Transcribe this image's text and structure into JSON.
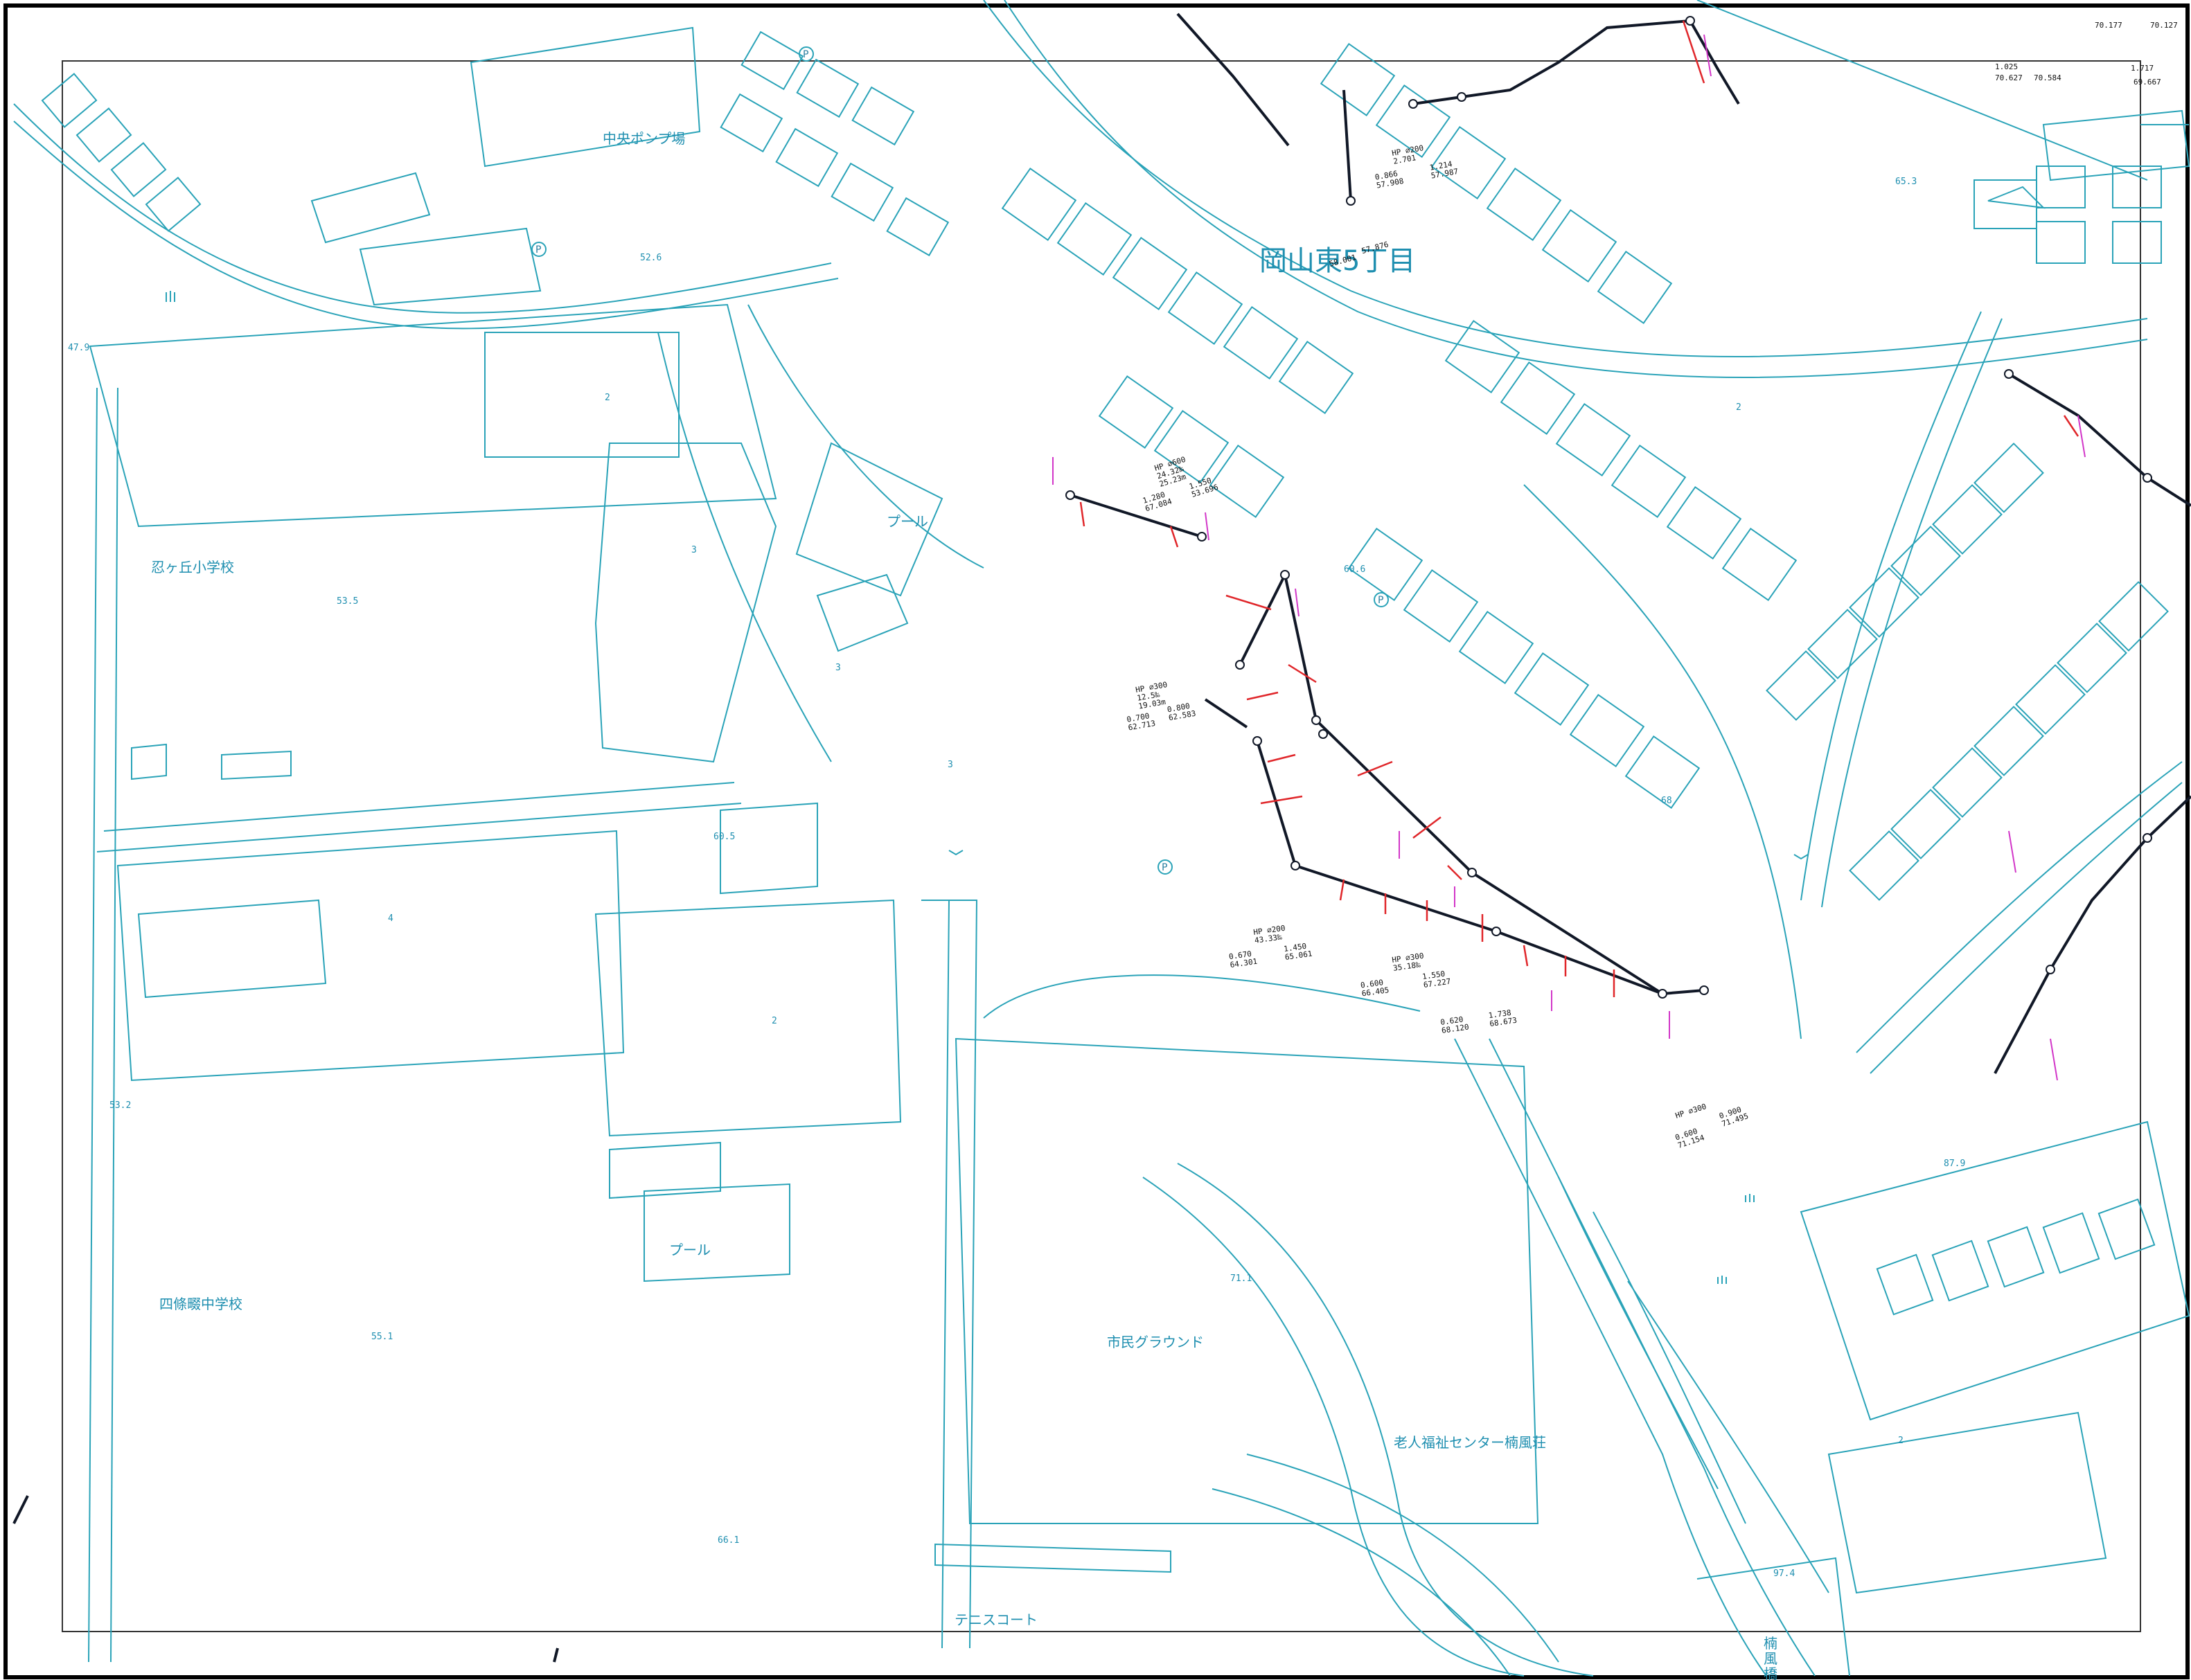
{
  "colors": {
    "base_map": "#2aa3b8",
    "sewer_main": "#111827",
    "lateral": "#e0262a",
    "annotation": "#d236c8",
    "label": "#1f8fb0"
  },
  "labels": {
    "pump_station": "中央ポンプ場",
    "elementary_school": "忍ヶ丘小学校",
    "junior_high_school": "四條畷中学校",
    "pool_1": "プール",
    "pool_2": "プール",
    "citizen_ground": "市民グラウンド",
    "welfare_center": "老人福祉センター楠風荘",
    "tennis_court": "テニスコート",
    "okayama_district": "岡山東5丁目",
    "bridge_top": "楠",
    "bridge_mid": "風",
    "bridge_bot": "橋"
  },
  "elevations": [
    "52.6",
    "47.9",
    "53.5",
    "60.5",
    "60.6",
    "53.2",
    "55.1",
    "66.1",
    "71.1",
    "65.3",
    "87.9",
    "97.4",
    "68"
  ],
  "floor_counts": [
    "2",
    "3",
    "3",
    "3",
    "4",
    "2",
    "2",
    "2"
  ],
  "pipe_annotations": [
    "HP ∅600",
    "24.32‰",
    "25.23m",
    "1.280",
    "67.084",
    "1.550",
    "53.696",
    "HP ∅300",
    "12.5‰",
    "19.03m",
    "0.800",
    "62.583",
    "0.700",
    "62.713",
    "HP ∅200",
    "43.33‰",
    "0.670",
    "64.301",
    "1.450",
    "65.061",
    "HP ∅300",
    "35.18‰",
    "0.600",
    "66.405",
    "1.550",
    "67.227",
    "0.620",
    "68.120",
    "1.738",
    "68.673",
    "HP ∅300",
    "0.600",
    "71.154",
    "0.900",
    "71.495",
    "HP ∅200",
    "2.701",
    "0.866",
    "57.908",
    "1.214",
    "57.987",
    "58.001",
    "57.876",
    "70.177",
    "70.127",
    "1.025",
    "70.627",
    "1.717",
    "70.584",
    "69.667"
  ],
  "parking_marks": [
    "P",
    "P",
    "P",
    "P"
  ]
}
